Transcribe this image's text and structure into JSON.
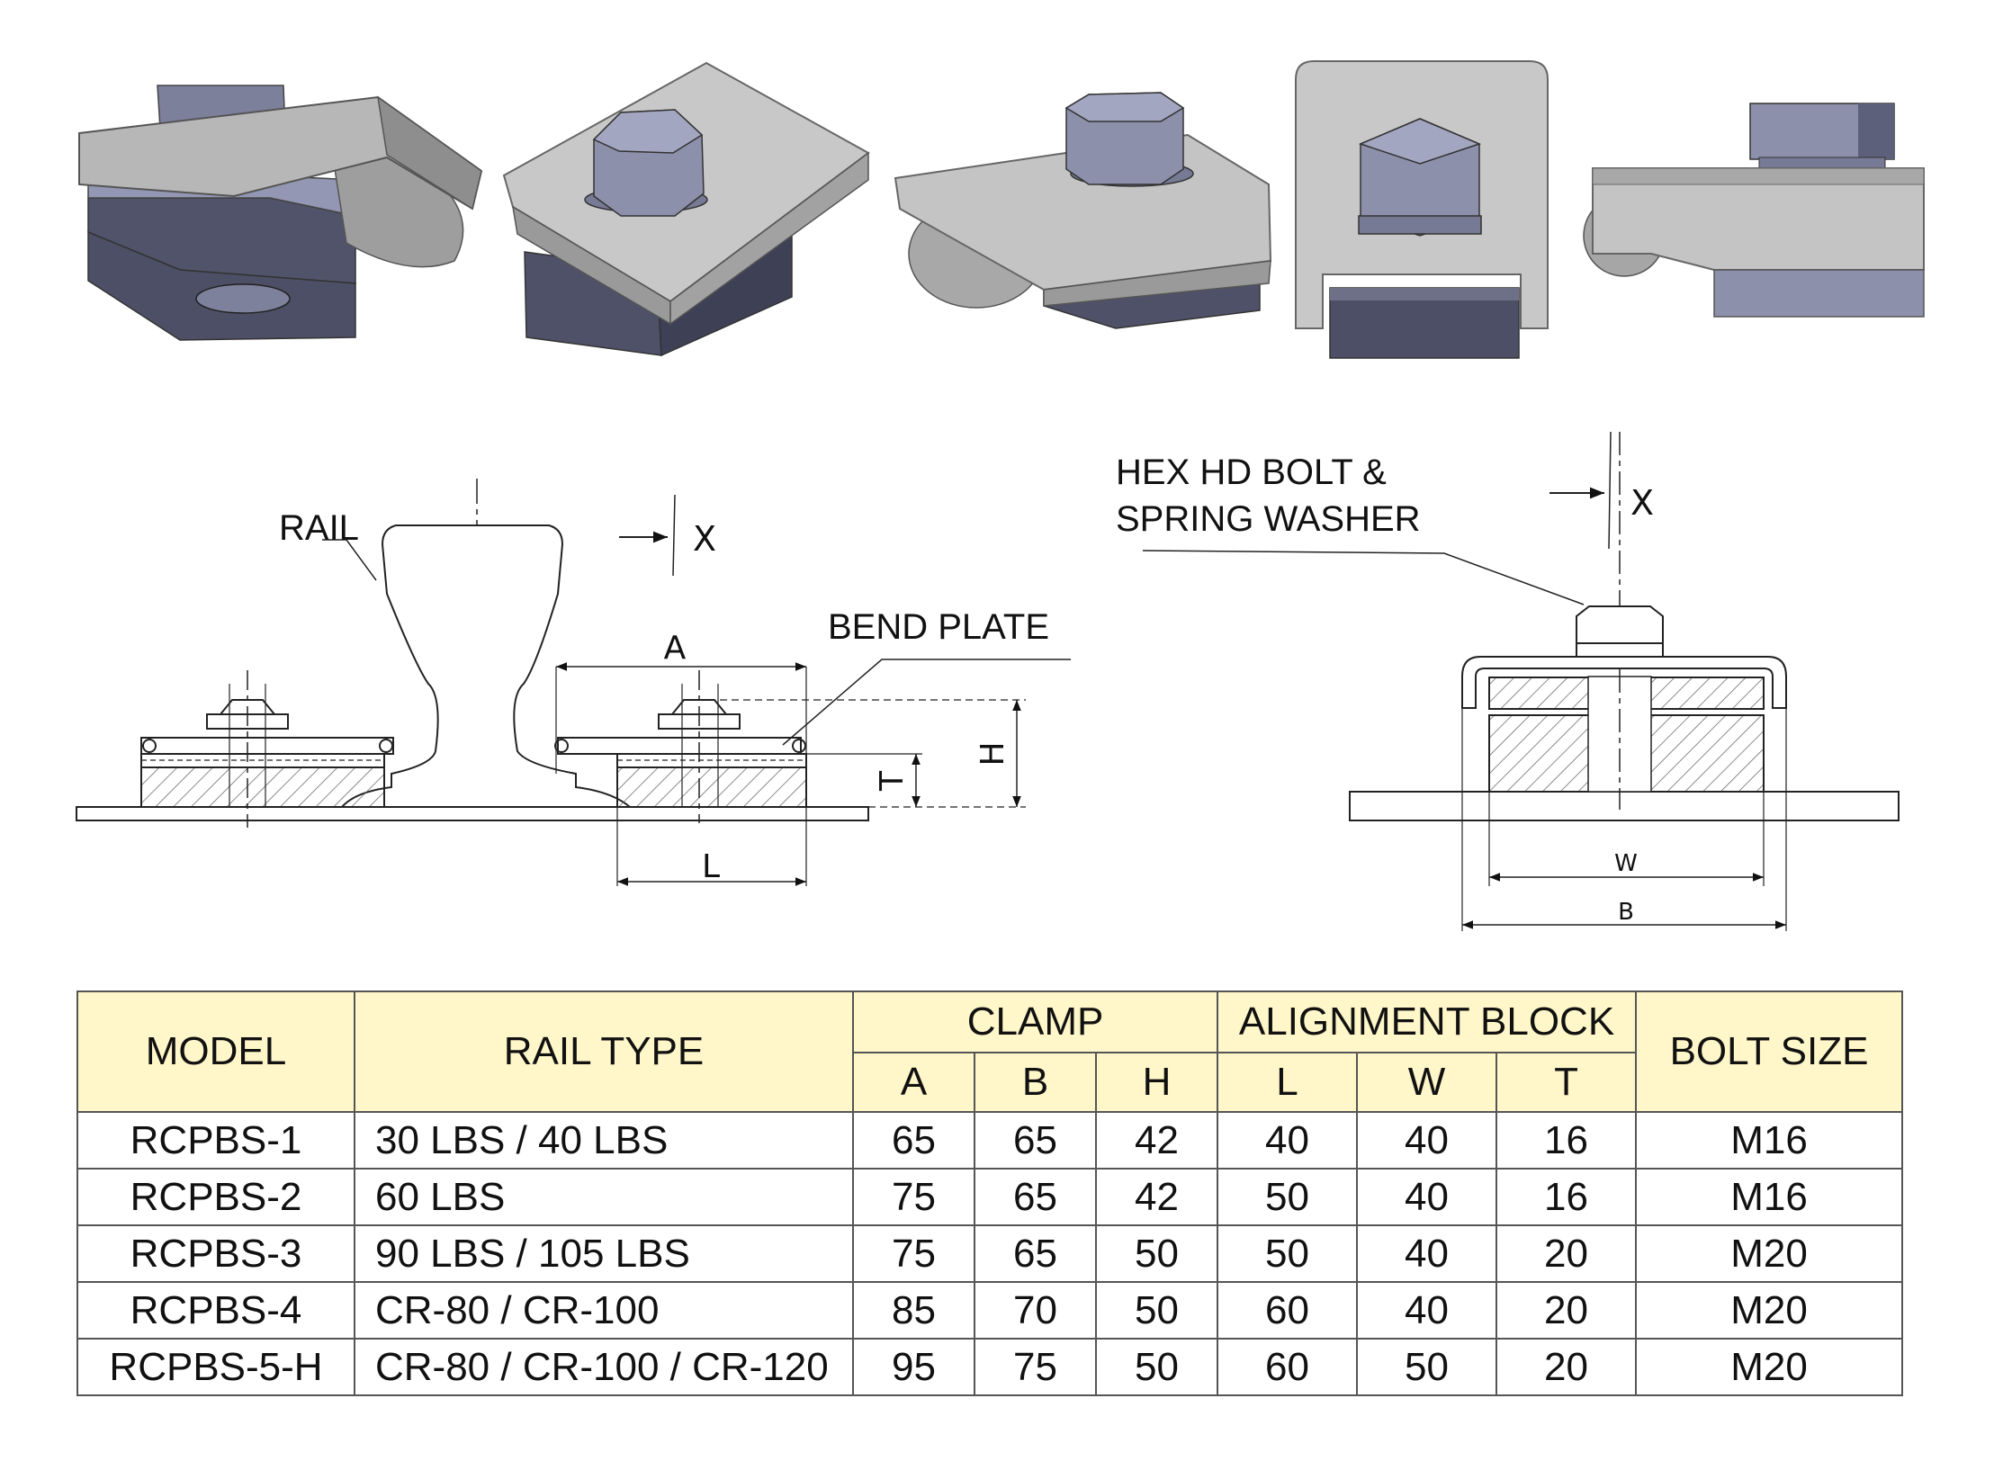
{
  "labels": {
    "rail": "RAIL",
    "bend_plate": "BEND PLATE",
    "bolt_washer_line1": "HEX HD BOLT &",
    "bolt_washer_line2": "SPRING WASHER",
    "x_left": "X",
    "x_right": "X",
    "dim_a": "A",
    "dim_h": "H",
    "dim_t": "T",
    "dim_l": "L",
    "dim_w": "W",
    "dim_b": "B"
  },
  "table": {
    "model_header": "MODEL",
    "rail_type_header": "RAIL TYPE",
    "clamp_header": "CLAMP",
    "alignment_block_header": "ALIGNMENT BLOCK",
    "bolt_size_header": "BOLT SIZE",
    "sub_headers": [
      "A",
      "B",
      "H",
      "L",
      "W",
      "T"
    ],
    "rows": [
      {
        "model": "RCPBS-1",
        "rail_type": "30 LBS / 40 LBS",
        "a": "65",
        "b": "65",
        "h": "42",
        "l": "40",
        "w": "40",
        "t": "16",
        "bolt": "M16"
      },
      {
        "model": "RCPBS-2",
        "rail_type": "60 LBS",
        "a": "75",
        "b": "65",
        "h": "42",
        "l": "50",
        "w": "40",
        "t": "16",
        "bolt": "M16"
      },
      {
        "model": "RCPBS-3",
        "rail_type": "90 LBS / 105 LBS",
        "a": "75",
        "b": "65",
        "h": "50",
        "l": "50",
        "w": "40",
        "t": "20",
        "bolt": "M20"
      },
      {
        "model": "RCPBS-4",
        "rail_type": "CR-80 / CR-100",
        "a": "85",
        "b": "70",
        "h": "50",
        "l": "60",
        "w": "40",
        "t": "20",
        "bolt": "M20"
      },
      {
        "model": "RCPBS-5-H",
        "rail_type": "CR-80 / CR-100 / CR-120",
        "a": "95",
        "b": "75",
        "h": "50",
        "l": "60",
        "w": "50",
        "t": "20",
        "bolt": "M20"
      }
    ]
  },
  "colors": {
    "header_fill": "#fff7c9",
    "steel_light": "#c4c4c4",
    "steel_mid": "#a9a9a9",
    "block_dark": "#4c4c5e",
    "bolt_blue": "#8c8fa8"
  }
}
